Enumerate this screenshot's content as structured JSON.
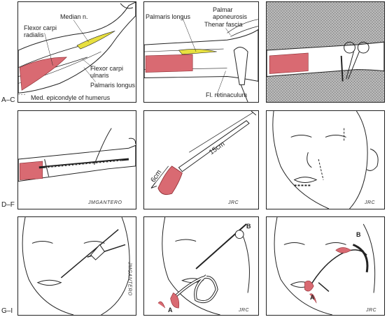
{
  "rows": {
    "r1": "A–C",
    "r2": "D–F",
    "r3": "G–I"
  },
  "panel_a": {
    "median": "Median n.",
    "fcr": "Flexor carpi\nradialis",
    "fcu": "Flexor carpi\nulnaris",
    "pl": "Palmaris longus",
    "epicondyle": "Med. epicondyle of humerus"
  },
  "panel_b": {
    "pl": "Palmaris longus",
    "palmar": "Palmar\naponeurosis",
    "thenar": "Thenar fascia",
    "retinaculum": "Fl. retinaculum"
  },
  "panel_e": {
    "len15": "15cm",
    "len6": "6cm"
  },
  "panel_h": {
    "b": "B",
    "a": "A"
  },
  "panel_i": {
    "b": "B",
    "a": "A"
  },
  "signatures": {
    "d": "JMGANTERO",
    "e": "JRC",
    "f": "JRC",
    "g": "JMGANTERO",
    "h": "JRC",
    "i": "JRC"
  },
  "colors": {
    "muscle": "#d96a72",
    "nerve": "#e8e040",
    "line": "#222222"
  }
}
